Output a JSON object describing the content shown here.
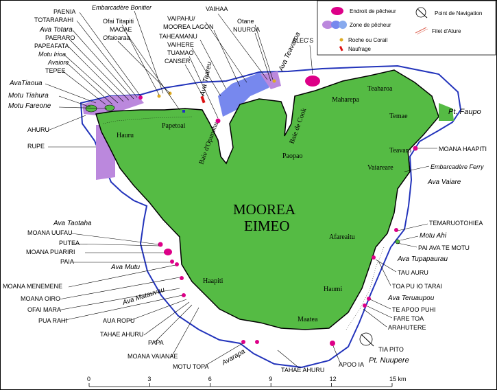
{
  "map_title": "MOOREA",
  "map_subtitle": "EIMEO",
  "colors": {
    "land": "#55bb44",
    "fishing_zone": "#bb88dd",
    "fishing_zone_blue": "#7788ee",
    "reef_line": "#2233bb",
    "fishing_spot": "#dd0088",
    "rock": "#ddaa22",
    "wreck": "#dd1111"
  },
  "legend": {
    "fishing_spot": "Endroit de pêcheur",
    "fishing_zone": "Zone de pêcheur",
    "rock_coral": "Roche ou Corail",
    "wreck": "Naufrage",
    "navigation": "Point de Navigation",
    "net": "Filet d'Ature"
  },
  "places": {
    "papetoai": "Papetoai",
    "hauru": "Hauru",
    "maharepa": "Maharepa",
    "teaharoa": "Teaharoa",
    "temae": "Temae",
    "teavaro": "Teavaro",
    "vaiareare": "Vaiareare",
    "paopao": "Paopao",
    "afareaitu": "Afareaitu",
    "haumi": "Haumi",
    "maatea": "Maatea",
    "haapiti": "Haapiti",
    "baie_opunohu": "Baie d'Opunohu",
    "baie_cook": "Baie de Cook"
  },
  "north_labels": {
    "paenia": "PAENIA",
    "totararahi": "TOTARARAHI",
    "ava_totara": "Ava Totara",
    "paeraro": "PAERARO",
    "papeafata": "PAPEAFATA",
    "motu_irioa": "Motu Irioa",
    "avaiore": "Avaiore",
    "tepee": "TEPEE",
    "avatiaoua": "AvaTiaoua",
    "motu_tiahura": "Motu Tiahura",
    "motu_fareone": "Motu Fareone",
    "ahuru": "AHURU",
    "rupe": "RUPE",
    "embarcadere_bonitier": "Embarcadère Bonitier",
    "ofai_titapiti": "Ofai Titapiti",
    "maoae": "MAOAE",
    "ofaioaraa": "Ofaioaraa",
    "vaihaa": "VAIHAA",
    "vaipahu": "VAIPAHU/",
    "moorea_lagon": "MOOREA LAGON",
    "taheamanu": "TAHEAMANU",
    "vaihere": "VAIHERE",
    "tuamao": "TUAMAO",
    "canser": "CANSER",
    "ava_taareu": "Ava Taareu",
    "otane": "Otane",
    "nuuroa": "NUUROA",
    "ava_teavaroa": "Ava Teavaroa",
    "alecs": "ALEC'S"
  },
  "east_labels": {
    "pt_faupo": "Pt. Faupo",
    "moana_haapiti": "MOANA HAAPITI",
    "embarcadere_ferry": "Embarcadère Ferry",
    "ava_vaiare": "Ava Vaiare",
    "temaruotohiea": "TEMARUOTOHIEA",
    "motu_ahi": "Motu Ahi",
    "pai_ava_te_motu": "PAI AVA TE MOTU",
    "ava_tupapaurau": "Ava Tupapaurau",
    "tau_auru": "TAU AURU",
    "toa_pu_io_tarai": "TOA PU IO TARAI",
    "ava_teruaupou": "Ava Teruaupou",
    "te_apoo_puhi": "TE APOO PUHI",
    "fare_toa": "FARE TOA",
    "arahutere": "ARAHUTERE",
    "tia_pito": "TIA PITO",
    "pt_nuupere": "Pt. Nuupere",
    "apoo_ia": "APOO IA",
    "tahae_ahuru": "TAHAE AHURU"
  },
  "west_labels": {
    "ava_taotaha": "Ava Taotaha",
    "moana_uufau": "MOANA UUFAU",
    "putea": "PUTEA",
    "moana_puariri": "MOANA PUARIRI",
    "paia": "PAIA",
    "ava_mutu": "Ava Mutu",
    "moana_menemene": "MOANA MENEMENE",
    "moana_oiro": "MOANA OIRO",
    "ofai_mara": "OFAI MARA",
    "pua_rahi": "PUA RAHI",
    "ava_matauvau": "Ava Matauvau",
    "aua_ropu": "AUA ROPU",
    "tahae_ahuru_w": "TAHAE AHURU",
    "papa": "PAPA",
    "moana_vaianae": "MOANA VAIANAE",
    "motu_topa": "MOTU TOPA",
    "avarapa": "Avarapa"
  },
  "scale": {
    "ticks": [
      "0",
      "3",
      "6",
      "9",
      "12",
      "15 km"
    ],
    "max_km": 15
  }
}
